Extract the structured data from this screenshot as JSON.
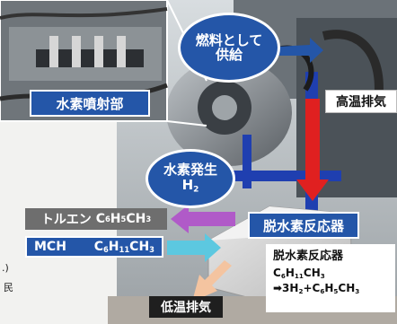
{
  "labels": {
    "injection": "水素噴射部",
    "fuel_supply_line1": "燃料として",
    "fuel_supply_line2": "供給",
    "high_temp_exhaust": "高温排気",
    "h2_generation_line1": "水素発生",
    "h2_generation_line2": "H",
    "h2_generation_sub": "2",
    "dehydrogenation_reactor": "脱水素反応器",
    "toluene": {
      "name": "トルエン",
      "f1": "C",
      "s1": "6",
      "f2": "H",
      "s2": "5",
      "f3": "CH",
      "s3": "3"
    },
    "mch": {
      "name": "MCH",
      "f1": "C",
      "s1": "6",
      "f2": "H",
      "s2": "11",
      "f3": "CH",
      "s3": "3"
    },
    "low_temp_exhaust": "低温排気",
    "reaction_box": {
      "title": "脱水素反応器",
      "l1a": "C",
      "l1s1": "6",
      "l1b": "H",
      "l1s2": "11",
      "l1c": "CH",
      "l1s3": "3",
      "l2a": "➡3H",
      "l2s1": "2",
      "l2b": "+C",
      "l2s2": "6",
      "l2c": "H",
      "l2s3": "5",
      "l2d": "CH",
      "l2s4": "3"
    },
    "left_fragment_1": ".)",
    "left_fragment_2": "民"
  },
  "colors": {
    "label_blue": "#2456a8",
    "arrow_red": "#e02020",
    "arrow_purple": "#b05ac8",
    "arrow_cyan": "#5cc8e0",
    "arrow_peach": "#f4c4a0"
  }
}
